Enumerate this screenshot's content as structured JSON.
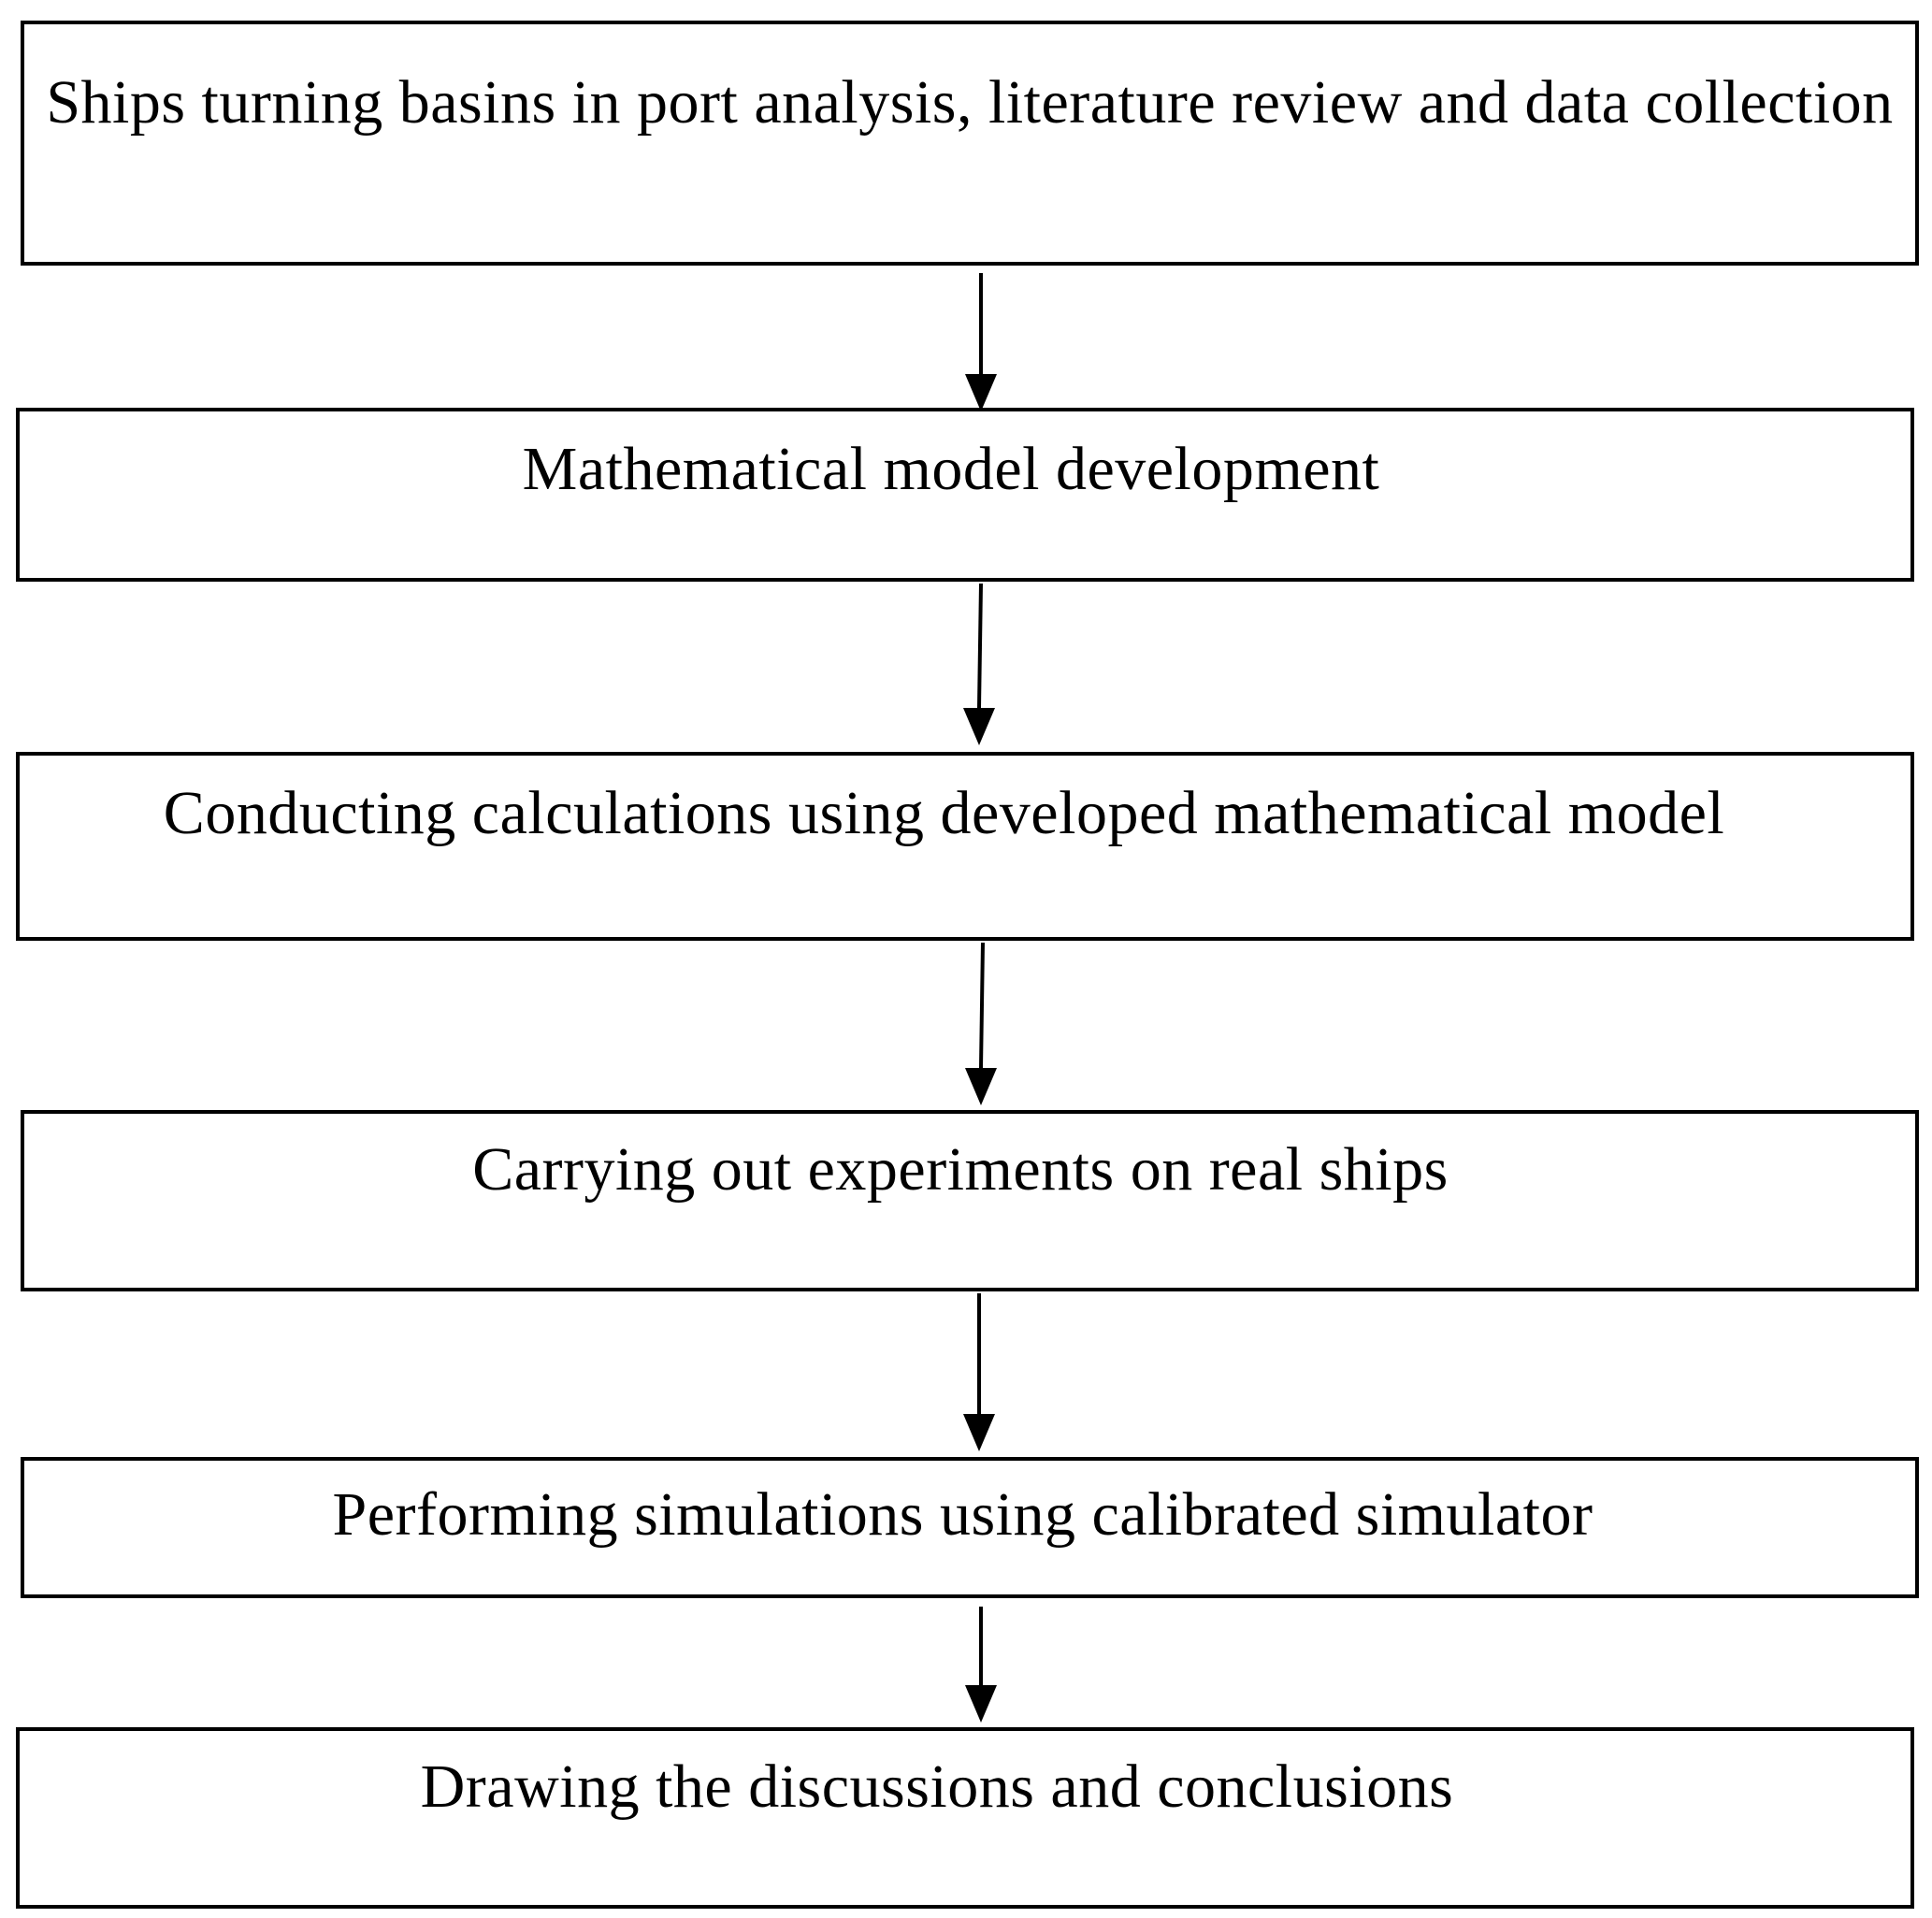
{
  "flowchart": {
    "steps": [
      {
        "label": "Ships turning basins in port analysis, literature review and data collection"
      },
      {
        "label": "Mathematical model development"
      },
      {
        "label": "Conducting calculations using developed mathematical model"
      },
      {
        "label": "Carrying out experiments on real ships"
      },
      {
        "label": "Performing simulations using calibrated simulator"
      },
      {
        "label": "Drawing the discussions and conclusions"
      }
    ],
    "connectors": [
      {
        "from": 1,
        "to": 2
      },
      {
        "from": 2,
        "to": 3
      },
      {
        "from": 3,
        "to": 4
      },
      {
        "from": 4,
        "to": 5
      },
      {
        "from": 5,
        "to": 6
      }
    ],
    "colors": {
      "stroke": "#000000",
      "background": "#ffffff"
    }
  }
}
